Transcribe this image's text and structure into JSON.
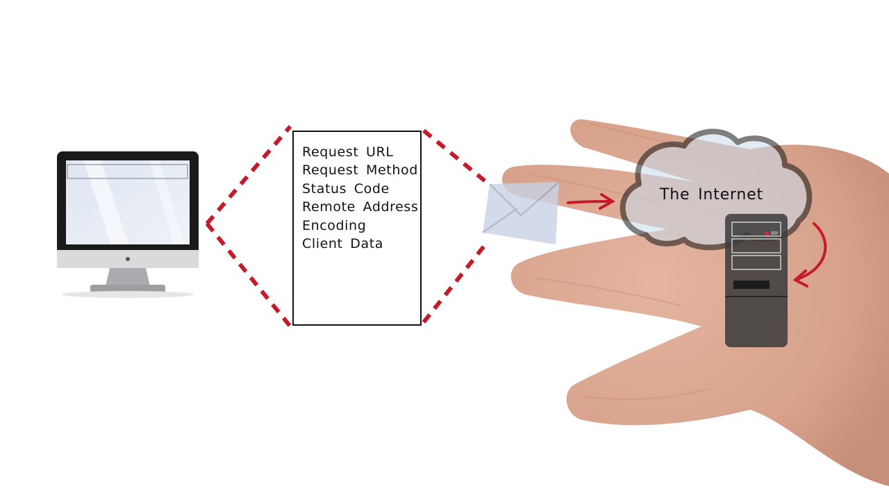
{
  "request": {
    "fields": [
      "Request URL",
      "Request Method",
      "Status Code",
      "Remote Address",
      "Encoding",
      "Client Data"
    ]
  },
  "cloud": {
    "label": "The Internet"
  },
  "icons": {
    "computer": "desktop-monitor-icon",
    "envelope": "envelope-icon",
    "cloud": "cloud-icon",
    "server": "server-tower-icon"
  },
  "colors": {
    "dash": "#c41a2a",
    "arrow": "#c41a2a",
    "ink": "#111111",
    "skin": "#d9a48a"
  }
}
